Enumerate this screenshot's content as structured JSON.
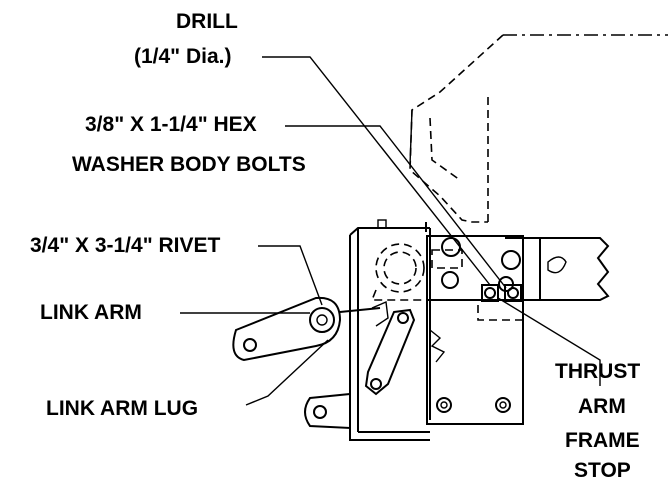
{
  "labels": {
    "drill_line1": "DRILL",
    "drill_line2": "(1/4\" Dia.)",
    "bolts_line1": "3/8\" X 1-1/4\"  HEX",
    "bolts_line2": "WASHER BODY BOLTS",
    "rivet": "3/4\" X 3-1/4\" RIVET",
    "link_arm": "LINK ARM",
    "link_arm_lug": "LINK ARM LUG",
    "thrust_line1": "THRUST",
    "thrust_line2": "ARM",
    "thrust_line3": "FRAME",
    "thrust_line4": "STOP"
  }
}
